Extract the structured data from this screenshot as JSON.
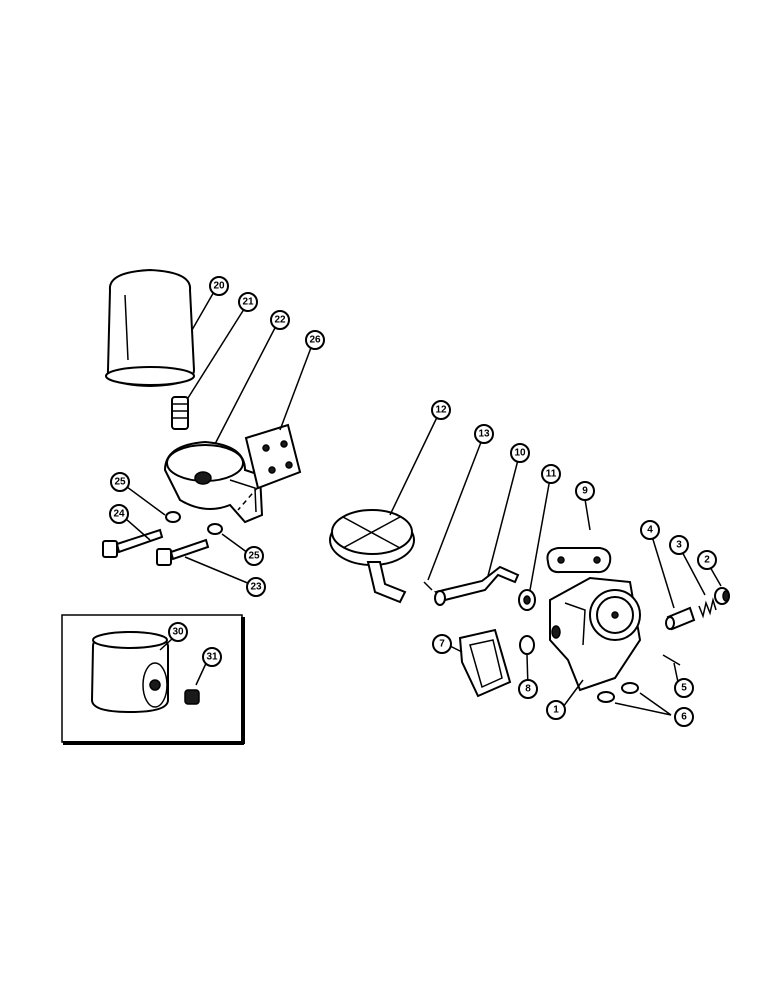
{
  "callouts": {
    "c1": "1",
    "c2": "2",
    "c3": "3",
    "c4": "4",
    "c5": "5",
    "c6": "6",
    "c7": "7",
    "c8": "8",
    "c9": "9",
    "c10": "10",
    "c11": "11",
    "c12": "12",
    "c13": "13",
    "c20": "20",
    "c21": "21",
    "c22": "22",
    "c23": "23",
    "c24": "24",
    "c25a": "25",
    "c25b": "25",
    "c26": "26",
    "c30": "30",
    "c31": "31"
  }
}
